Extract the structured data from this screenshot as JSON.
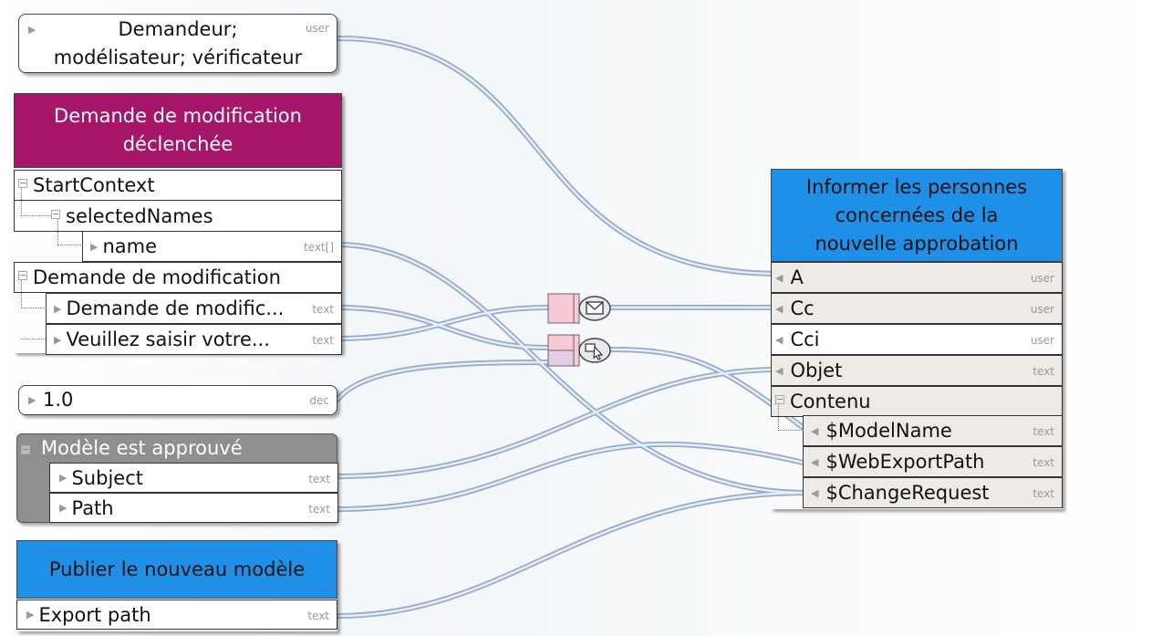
{
  "colors": {
    "magenta": "#a8166a",
    "blue": "#1e90e8",
    "grey_header": "#8f8f8f",
    "row_grey": "#eeebe6",
    "connector": "#a9bedc"
  },
  "nodes": {
    "actor": {
      "line1": "Demandeur;",
      "line2": "modélisateur; vérificateur",
      "type": "user"
    },
    "event": {
      "title_line1": "Demande de modification",
      "title_line2": "déclenchée",
      "rows": [
        "StartContext",
        "selectedNames",
        "name",
        "Demande de modification",
        "Demande de modific...",
        "Veuillez saisir votre..."
      ],
      "types": {
        "name": "text[]",
        "demande": "text",
        "veuillez": "text"
      }
    },
    "version": {
      "value": "1.0",
      "type": "dec"
    },
    "condition": {
      "title": "Modèle est approuvé",
      "rows": [
        "Subject",
        "Path"
      ],
      "type": "text"
    },
    "publish": {
      "title": "Publier le nouveau modèle",
      "row": "Export path",
      "type": "text"
    },
    "inform": {
      "title_line1": "Informer les personnes",
      "title_line2": "concernées de la",
      "title_line3": "nouvelle approbation",
      "rows": [
        {
          "label": "A",
          "type": "user"
        },
        {
          "label": "Cc",
          "type": "user"
        },
        {
          "label": "Cci",
          "type": "user"
        },
        {
          "label": "Objet",
          "type": "text"
        },
        {
          "label": "Contenu",
          "type": ""
        },
        {
          "label": "$ModelName",
          "type": "text"
        },
        {
          "label": "$WebExportPath",
          "type": "text"
        },
        {
          "label": "$ChangeRequest",
          "type": "text"
        }
      ]
    }
  },
  "operators": [
    {
      "name": "email-operator",
      "icon": "envelope-icon"
    },
    {
      "name": "concatenate-operator",
      "icon": "cursor-icon"
    }
  ]
}
